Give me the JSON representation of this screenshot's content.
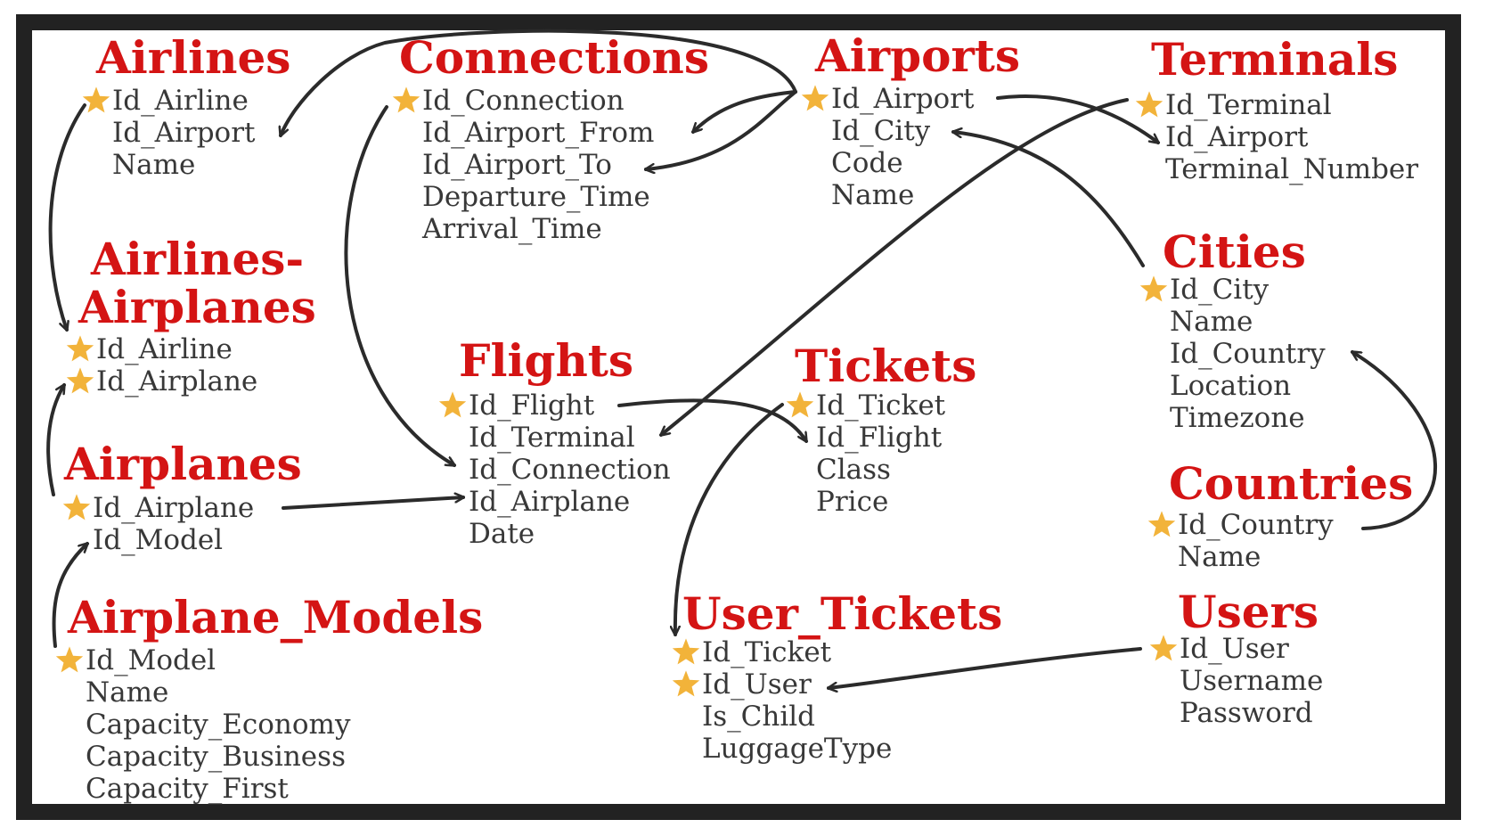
{
  "tables": [
    {
      "key": "airlines",
      "title": [
        "Airlines"
      ],
      "fields": [
        {
          "name": "Id_Airline",
          "pk": true
        },
        {
          "name": "Id_Airport",
          "pk": false
        },
        {
          "name": "Name",
          "pk": false
        }
      ]
    },
    {
      "key": "connections",
      "title": [
        "Connections"
      ],
      "fields": [
        {
          "name": "Id_Connection",
          "pk": true
        },
        {
          "name": "Id_Airport_From",
          "pk": false
        },
        {
          "name": "Id_Airport_To",
          "pk": false
        },
        {
          "name": "Departure_Time",
          "pk": false
        },
        {
          "name": "Arrival_Time",
          "pk": false
        }
      ]
    },
    {
      "key": "airports",
      "title": [
        "Airports"
      ],
      "fields": [
        {
          "name": "Id_Airport",
          "pk": true
        },
        {
          "name": "Id_City",
          "pk": false
        },
        {
          "name": "Code",
          "pk": false
        },
        {
          "name": "Name",
          "pk": false
        }
      ]
    },
    {
      "key": "terminals",
      "title": [
        "Terminals"
      ],
      "fields": [
        {
          "name": "Id_Terminal",
          "pk": true
        },
        {
          "name": "Id_Airport",
          "pk": false
        },
        {
          "name": "Terminal_Number",
          "pk": false
        }
      ]
    },
    {
      "key": "airlines_airplanes",
      "title": [
        "Airlines-",
        "Airplanes"
      ],
      "fields": [
        {
          "name": "Id_Airline",
          "pk": true
        },
        {
          "name": "Id_Airplane",
          "pk": true
        }
      ]
    },
    {
      "key": "cities",
      "title": [
        "Cities"
      ],
      "fields": [
        {
          "name": "Id_City",
          "pk": true
        },
        {
          "name": "Name",
          "pk": false
        },
        {
          "name": "Id_Country",
          "pk": false
        },
        {
          "name": "Location",
          "pk": false
        },
        {
          "name": "Timezone",
          "pk": false
        }
      ]
    },
    {
      "key": "flights",
      "title": [
        "Flights"
      ],
      "fields": [
        {
          "name": "Id_Flight",
          "pk": true
        },
        {
          "name": "Id_Terminal",
          "pk": false
        },
        {
          "name": "Id_Connection",
          "pk": false
        },
        {
          "name": "Id_Airplane",
          "pk": false
        },
        {
          "name": "Date",
          "pk": false
        }
      ]
    },
    {
      "key": "tickets",
      "title": [
        "Tickets"
      ],
      "fields": [
        {
          "name": "Id_Ticket",
          "pk": true
        },
        {
          "name": "Id_Flight",
          "pk": false
        },
        {
          "name": "Class",
          "pk": false
        },
        {
          "name": "Price",
          "pk": false
        }
      ]
    },
    {
      "key": "airplanes",
      "title": [
        "Airplanes"
      ],
      "fields": [
        {
          "name": "Id_Airplane",
          "pk": true
        },
        {
          "name": "Id_Model",
          "pk": false
        }
      ]
    },
    {
      "key": "countries",
      "title": [
        "Countries"
      ],
      "fields": [
        {
          "name": "Id_Country",
          "pk": true
        },
        {
          "name": "Name",
          "pk": false
        }
      ]
    },
    {
      "key": "airplane_models",
      "title": [
        "Airplane_Models"
      ],
      "fields": [
        {
          "name": "Id_Model",
          "pk": true
        },
        {
          "name": "Name",
          "pk": false
        },
        {
          "name": "Capacity_Economy",
          "pk": false
        },
        {
          "name": "Capacity_Business",
          "pk": false
        },
        {
          "name": "Capacity_First",
          "pk": false
        }
      ]
    },
    {
      "key": "user_tickets",
      "title": [
        "User_Tickets"
      ],
      "fields": [
        {
          "name": "Id_Ticket",
          "pk": true
        },
        {
          "name": "Id_User",
          "pk": true
        },
        {
          "name": "Is_Child",
          "pk": false
        },
        {
          "name": "LuggageType",
          "pk": false
        }
      ]
    },
    {
      "key": "users",
      "title": [
        "Users"
      ],
      "fields": [
        {
          "name": "Id_User",
          "pk": true
        },
        {
          "name": "Username",
          "pk": false
        },
        {
          "name": "Password",
          "pk": false
        }
      ]
    }
  ],
  "relations": [
    {
      "from": "airports.Id_Airport",
      "to": "airlines.Id_Airport"
    },
    {
      "from": "airports.Id_Airport",
      "to": "connections.Id_Airport_From"
    },
    {
      "from": "airports.Id_Airport",
      "to": "connections.Id_Airport_To"
    },
    {
      "from": "airports.Id_Airport",
      "to": "terminals.Id_Airport"
    },
    {
      "from": "cities.Id_City",
      "to": "airports.Id_City"
    },
    {
      "from": "terminals.Id_Terminal",
      "to": "flights.Id_Terminal"
    },
    {
      "from": "airlines.Id_Airline",
      "to": "airlines_airplanes.Id_Airline"
    },
    {
      "from": "airplanes.Id_Airplane",
      "to": "airlines_airplanes.Id_Airplane"
    },
    {
      "from": "connections.Id_Connection",
      "to": "flights.Id_Connection"
    },
    {
      "from": "airplanes.Id_Airplane",
      "to": "flights.Id_Airplane"
    },
    {
      "from": "airplane_models.Id_Model",
      "to": "airplanes.Id_Model"
    },
    {
      "from": "flights.Id_Flight",
      "to": "tickets.Id_Flight"
    },
    {
      "from": "tickets.Id_Ticket",
      "to": "user_tickets.Id_Ticket"
    },
    {
      "from": "users.Id_User",
      "to": "user_tickets.Id_User"
    },
    {
      "from": "countries.Id_Country",
      "to": "cities.Id_Country"
    }
  ],
  "colors": {
    "title": "#d41414",
    "field": "#383838",
    "star": "#f2b33a",
    "frame": "#222222",
    "arrow": "#2b2b2b"
  },
  "icons": {
    "primary_key": "star-icon"
  }
}
